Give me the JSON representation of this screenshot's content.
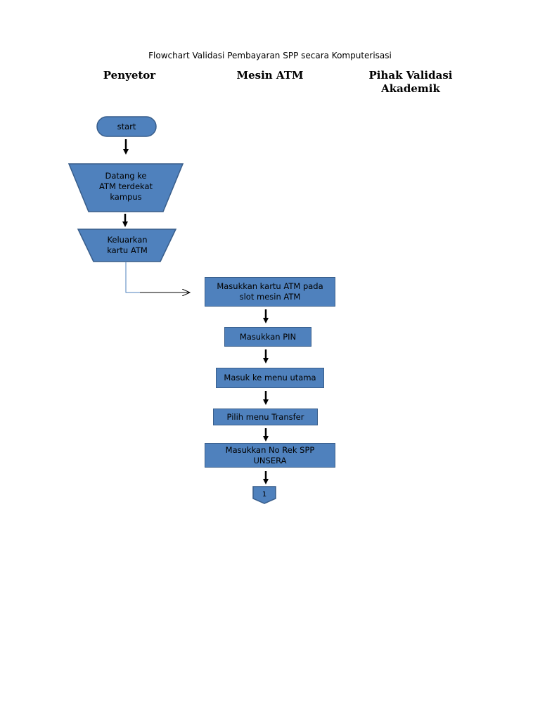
{
  "title": "Flowchart Validasi Pembayaran SPP secara Komputerisasi",
  "lanes": {
    "penyetor": "Penyetor",
    "mesin_atm": "Mesin ATM",
    "pihak_validasi": "Pihak Validasi\nAkademik"
  },
  "nodes": {
    "start": "start",
    "datang": "Datang ke\nATM terdekat\nkampus",
    "keluarkan": "Keluarkan\nkartu ATM",
    "masukkan_kartu": "Masukkan kartu ATM pada\nslot mesin ATM",
    "masukkan_pin": "Masukkan PIN",
    "menu_utama": "Masuk ke menu utama",
    "pilih_transfer": "Pilih menu Transfer",
    "masukkan_rek": "Masukkan No Rek SPP\nUNSERA",
    "connector": "1"
  },
  "colors": {
    "shape_fill": "#4f81bd",
    "shape_border": "#385d8a",
    "connector_line": "#4f81bd",
    "arrow": "#000000"
  }
}
